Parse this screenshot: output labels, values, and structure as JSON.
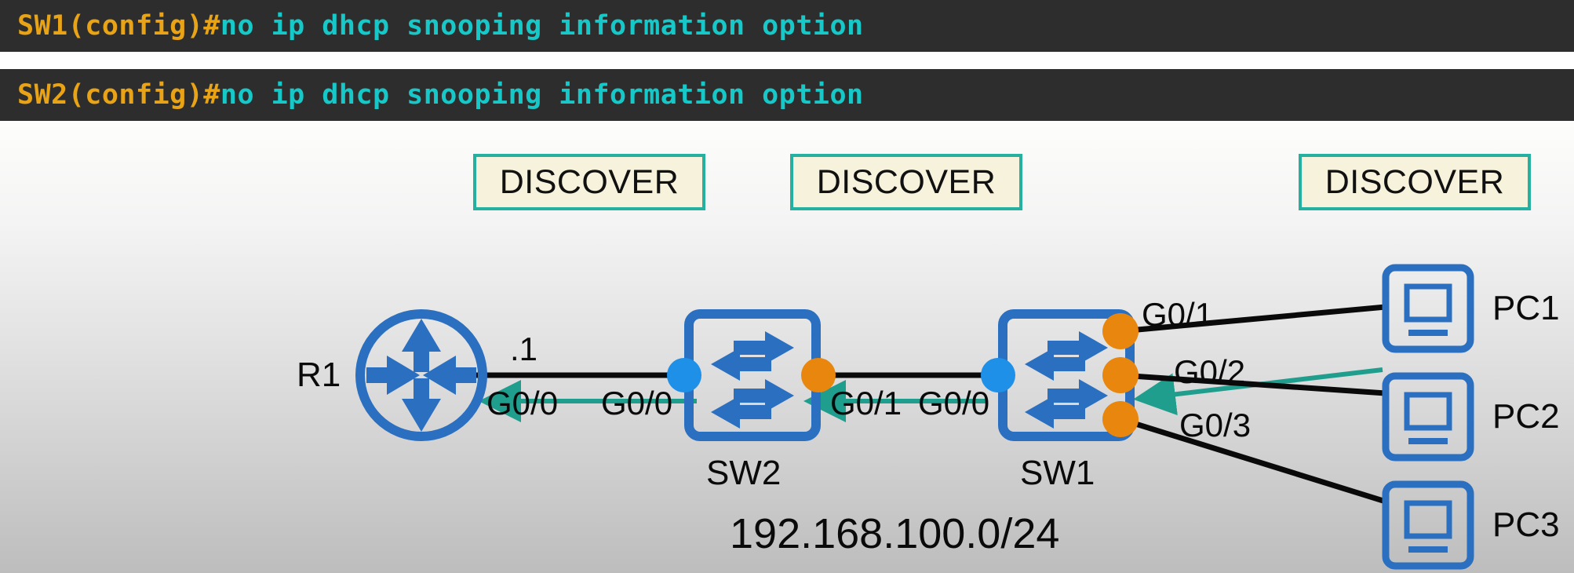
{
  "terminals": [
    {
      "prompt": "SW1(config)#",
      "command": "no ip dhcp snooping information option"
    },
    {
      "prompt": "SW2(config)#",
      "command": "no ip dhcp snooping information option"
    }
  ],
  "diagram": {
    "subnet_label": "192.168.100.0/24",
    "packet_labels": [
      {
        "text": "DISCOVER"
      },
      {
        "text": "DISCOVER"
      },
      {
        "text": "DISCOVER"
      }
    ],
    "devices": [
      {
        "id": "r1",
        "name": "R1",
        "type": "router-icon"
      },
      {
        "id": "sw2",
        "name": "SW2",
        "type": "switch-icon"
      },
      {
        "id": "sw1",
        "name": "SW1",
        "type": "switch-icon"
      },
      {
        "id": "pc1",
        "name": "PC1",
        "type": "pc-icon"
      },
      {
        "id": "pc2",
        "name": "PC2",
        "type": "pc-icon"
      },
      {
        "id": "pc3",
        "name": "PC3",
        "type": "pc-icon"
      }
    ],
    "interface_labels": {
      "r1_g00": "G0/0",
      "r1_ip": ".1",
      "sw2_g00": "G0/0",
      "sw2_g01": "G0/1",
      "sw1_g00": "G0/0",
      "sw1_g01": "G0/1",
      "sw1_g02": "G0/2",
      "sw1_g03": "G0/3"
    }
  },
  "colors": {
    "terminal_bg": "#2d2d2d",
    "prompt": "#e8a317",
    "command": "#16c8c8",
    "arrow_teal": "#1f9e8e",
    "discover_border": "#25b0a0",
    "discover_fill": "#f7f2dc",
    "device_blue": "#2a6fc0",
    "port_blue": "#1e90e8",
    "port_orange": "#e8860d",
    "link_black": "#0a0a0a"
  }
}
